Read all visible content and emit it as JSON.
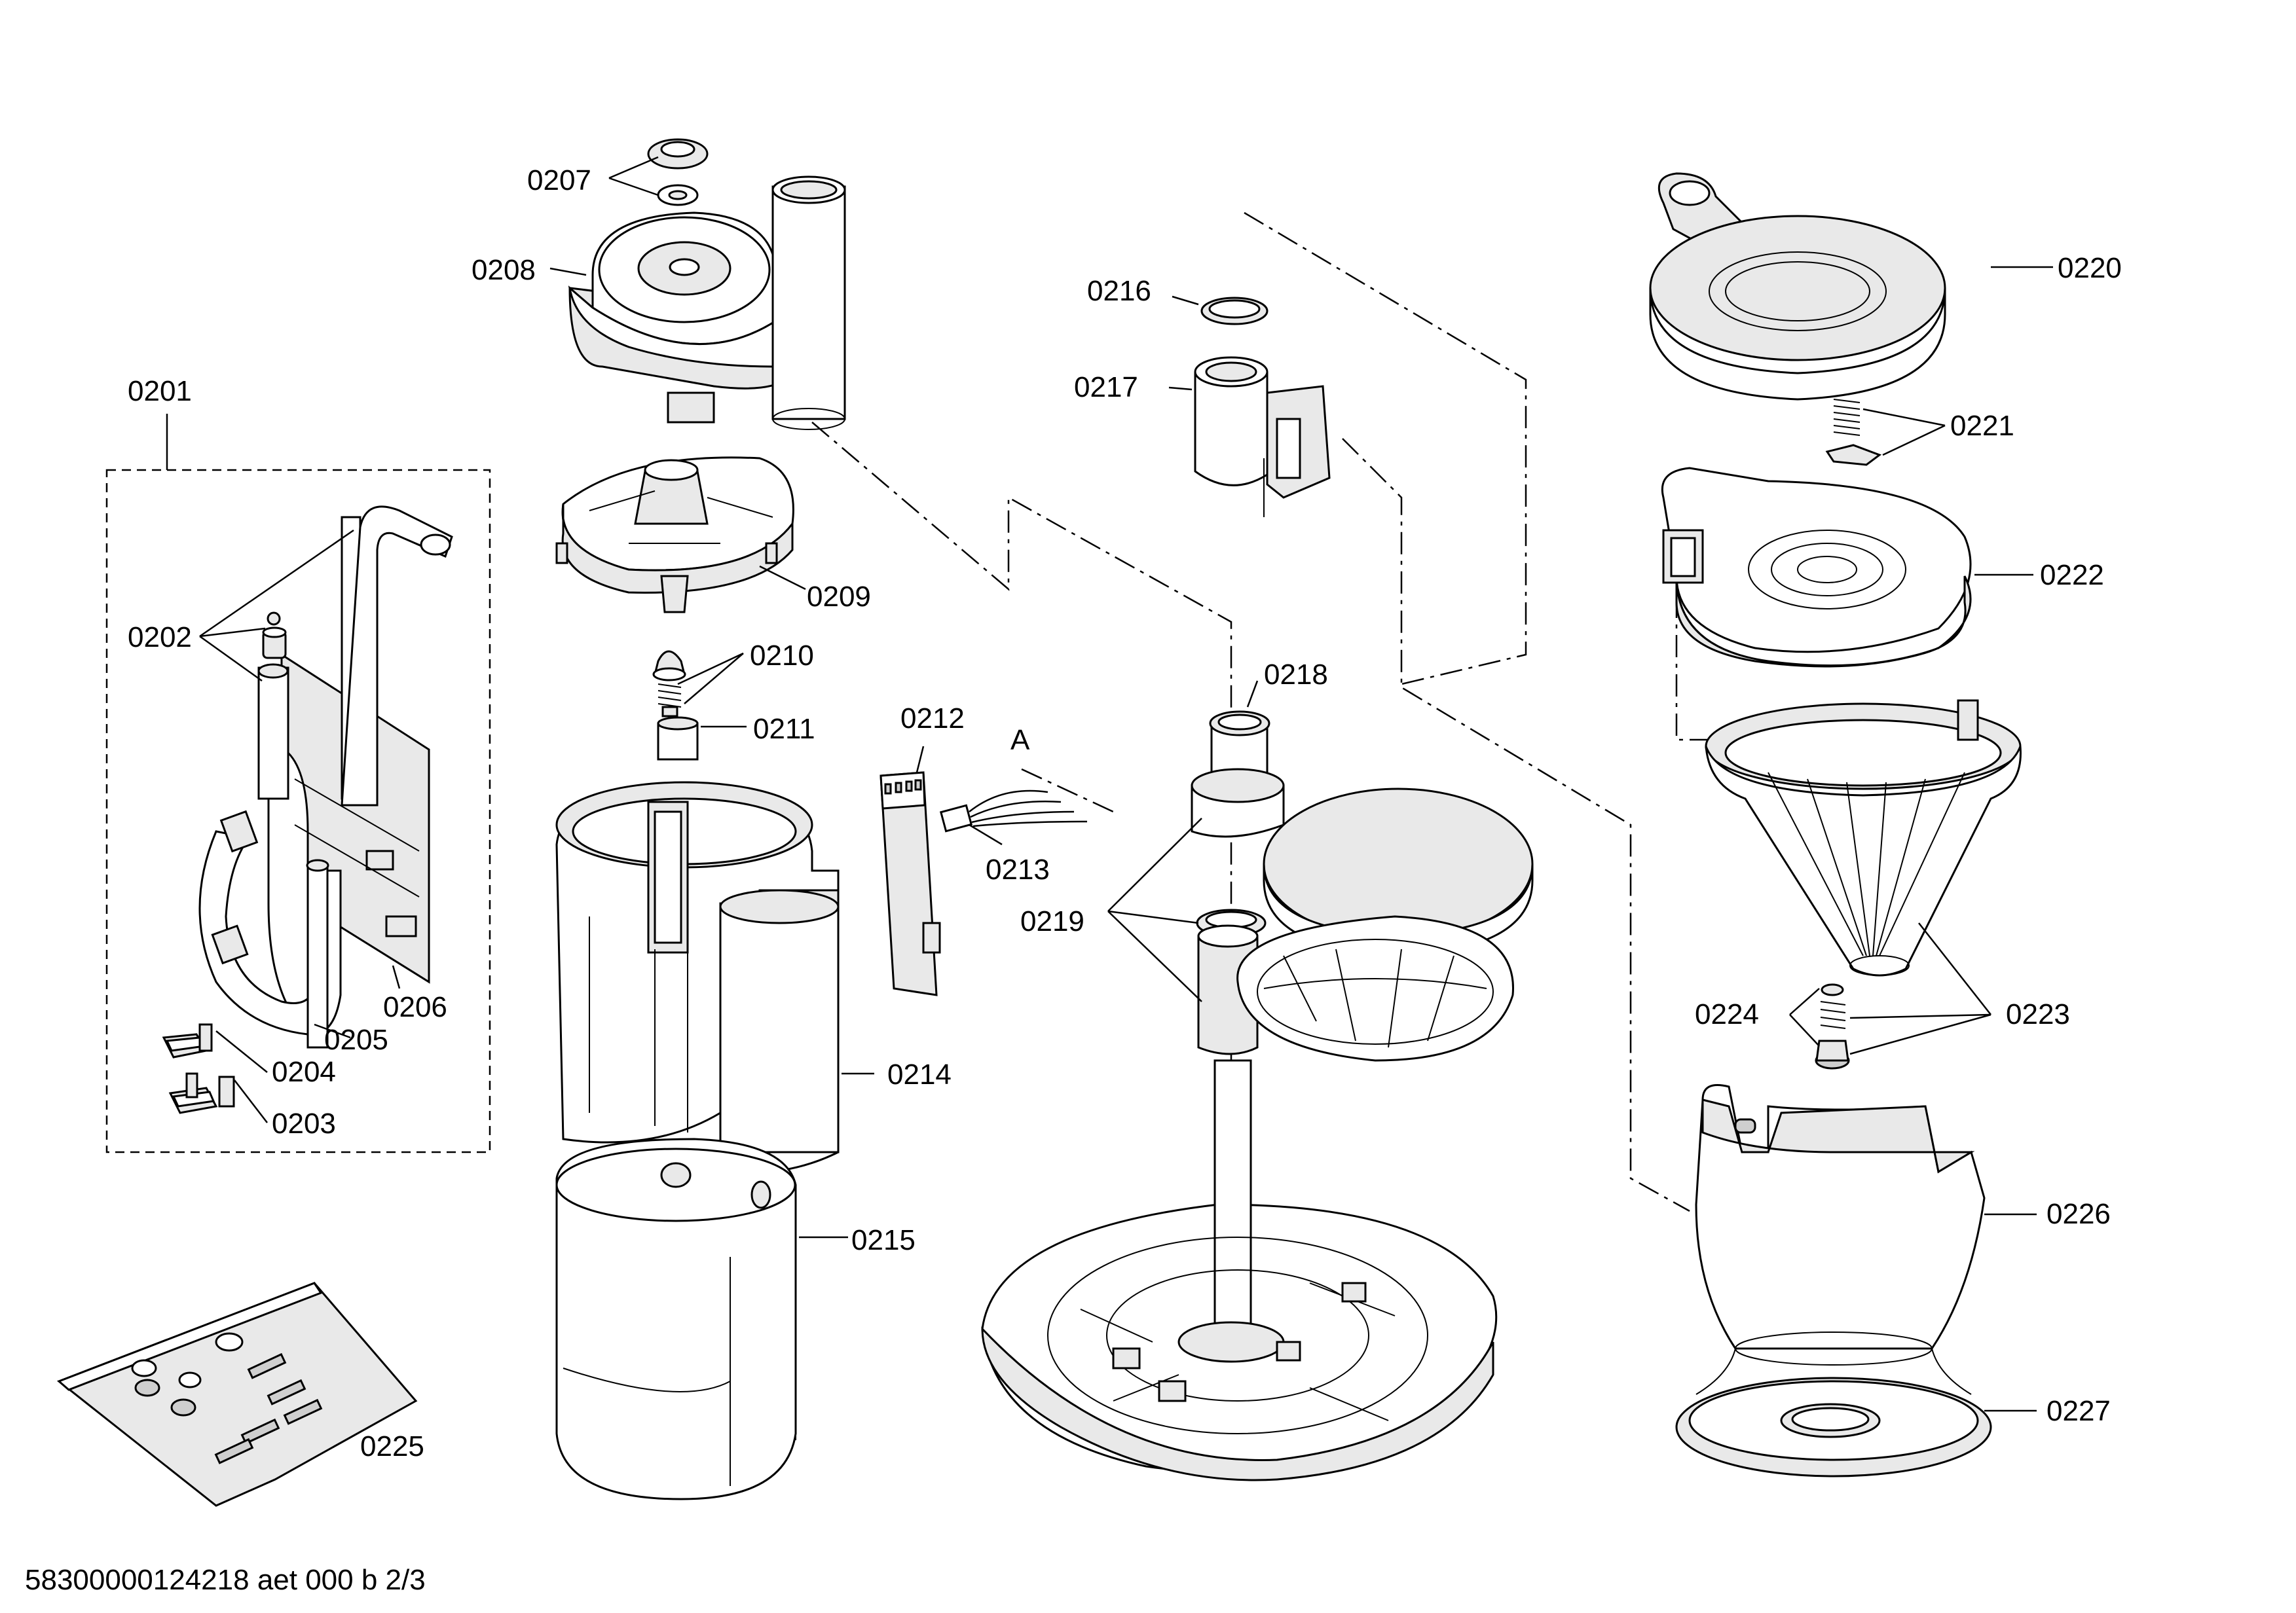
{
  "labels": {
    "p0201": "0201",
    "p0202": "0202",
    "p0203": "0203",
    "p0204": "0204",
    "p0205": "0205",
    "p0206": "0206",
    "p0207": "0207",
    "p0208": "0208",
    "p0209": "0209",
    "p0210": "0210",
    "p0211": "0211",
    "p0212": "0212",
    "p0213": "0213",
    "p0214": "0214",
    "p0215": "0215",
    "p0216": "0216",
    "p0217": "0217",
    "p0218": "0218",
    "p0219": "0219",
    "p0220": "0220",
    "p0221": "0221",
    "p0222": "0222",
    "p0223": "0223",
    "p0224": "0224",
    "p0225": "0225",
    "p0226": "0226",
    "p0227": "0227",
    "connector_a": "A"
  },
  "footer": {
    "doc_id": "58300000124218 aet 000 b 2/3"
  }
}
